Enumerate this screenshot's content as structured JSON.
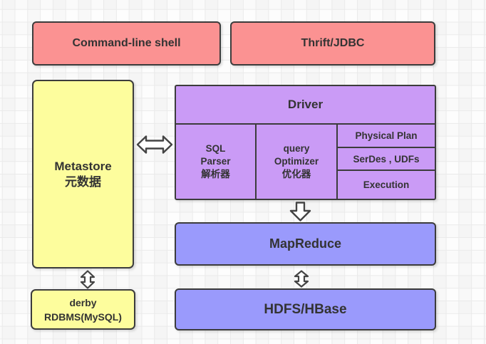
{
  "palette": {
    "pink": "#fb9292",
    "yellow": "#fdfd9d",
    "purple": "#ca9bf6",
    "blue": "#9a9afc",
    "box_border": "#3c3c3c",
    "text": "#333333",
    "grid_line": "#eaeaea",
    "background": "#fdfdfd",
    "arrow_fill": "#ffffff",
    "arrow_stroke": "#444444"
  },
  "diagram": {
    "type": "architecture-diagram",
    "subject": "Hive architecture",
    "nodes": {
      "command_line_shell": {
        "label": "Command-line shell",
        "color": "pink"
      },
      "thrift_jdbc": {
        "label": "Thrift/JDBC",
        "color": "pink"
      },
      "metastore": {
        "line1": "Metastore",
        "line2": "元数据",
        "color": "yellow"
      },
      "driver": {
        "title": "Driver",
        "color": "purple",
        "sql_parser": {
          "line1": "SQL",
          "line2": "Parser",
          "line3": "解析器"
        },
        "query_optimizer": {
          "line1": "query",
          "line2": "Optimizer",
          "line3": "优化器"
        },
        "physical_plan": {
          "label": "Physical Plan"
        },
        "serdes_udfs": {
          "label": "SerDes , UDFs"
        },
        "execution": {
          "label": "Execution"
        }
      },
      "mapreduce": {
        "label": "MapReduce",
        "color": "blue"
      },
      "hdfs_hbase": {
        "label": "HDFS/HBase",
        "color": "blue"
      },
      "derby": {
        "line1": "derby",
        "line2": "RDBMS(MySQL)",
        "color": "yellow"
      }
    },
    "connections": [
      {
        "from": "metastore",
        "to": "driver",
        "style": "double-arrow-horizontal"
      },
      {
        "from": "driver",
        "to": "mapreduce",
        "style": "arrow-down"
      },
      {
        "from": "mapreduce",
        "to": "hdfs_hbase",
        "style": "double-arrow-vertical"
      },
      {
        "from": "metastore",
        "to": "derby",
        "style": "double-arrow-vertical"
      }
    ]
  }
}
